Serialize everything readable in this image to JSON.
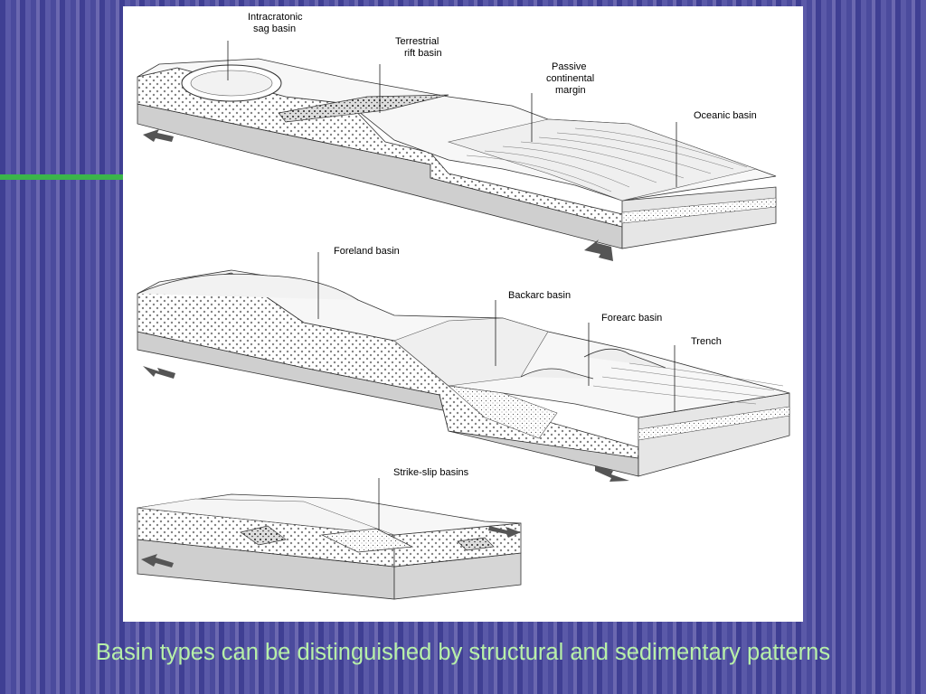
{
  "diagram": {
    "labels": {
      "intracratonic_1": "Intracratonic",
      "intracratonic_2": "sag basin",
      "terrestrial_1": "Terrestrial",
      "terrestrial_2": "rift basin",
      "passive_1": "Passive",
      "passive_2": "continental",
      "passive_3": "margin",
      "oceanic": "Oceanic basin",
      "foreland": "Foreland basin",
      "backarc": "Backarc basin",
      "forearc": "Forearc basin",
      "trench": "Trench",
      "strikeslip": "Strike-slip basins"
    }
  },
  "caption": "Basin types can be distinguished by structural  and sedimentary patterns",
  "colors": {
    "background": "#4a4a9c",
    "accent_bar": "#3bb54a",
    "caption_text": "#b7f0a8"
  }
}
